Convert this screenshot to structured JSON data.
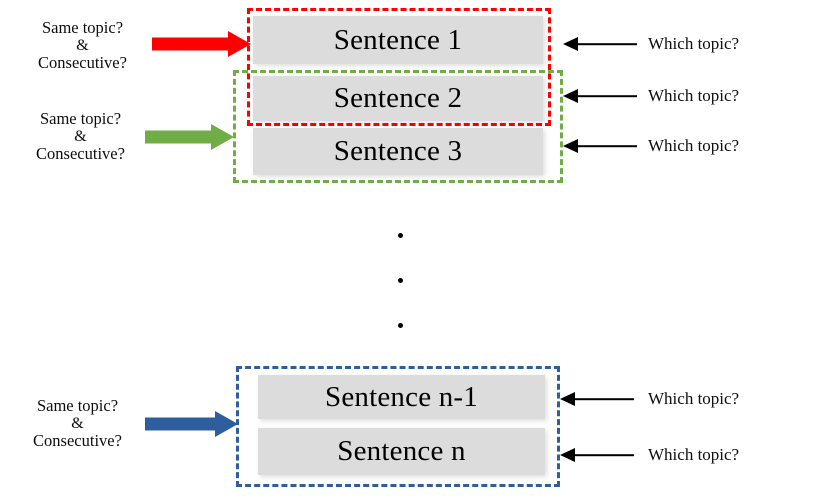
{
  "figure": {
    "title": "Sentence topic segmentation diagram",
    "background_color": "#ffffff",
    "ellipsis_dots": 3
  },
  "colors": {
    "red": "#FF0000",
    "green": "#70AD47",
    "blue": "#2E5E9E",
    "sentence_fill": "#DCDCDC",
    "text": "#0D0D0D",
    "arrow_black": "#000000"
  },
  "conditions": [
    {
      "id": "condition-red",
      "line1": "Same topic?",
      "line2": "&",
      "line3": "Consecutive?",
      "arrow_color": "#FF0000",
      "arrow_name": "red-block-arrow"
    },
    {
      "id": "condition-green",
      "line1": "Same topic?",
      "line2": "&",
      "line3": "Consecutive?",
      "arrow_color": "#70AD47",
      "arrow_name": "green-block-arrow"
    },
    {
      "id": "condition-blue",
      "line1": "Same topic?",
      "line2": "&",
      "line3": "Consecutive?",
      "arrow_color": "#2E5E9E",
      "arrow_name": "blue-block-arrow"
    }
  ],
  "sentences": [
    {
      "id": "sentence-1",
      "label": "Sentence 1"
    },
    {
      "id": "sentence-2",
      "label": "Sentence 2"
    },
    {
      "id": "sentence-3",
      "label": "Sentence 3"
    },
    {
      "id": "sentence-n-1",
      "label": "Sentence n-1"
    },
    {
      "id": "sentence-n",
      "label": "Sentence n"
    }
  ],
  "groups": [
    {
      "id": "group-red",
      "color": "#FF0000",
      "covers": [
        "Sentence 1",
        "Sentence 2"
      ]
    },
    {
      "id": "group-green",
      "color": "#70AD47",
      "covers": [
        "Sentence 2",
        "Sentence 3"
      ]
    },
    {
      "id": "group-blue",
      "color": "#2E5E9E",
      "covers": [
        "Sentence n-1",
        "Sentence n"
      ]
    }
  ],
  "questions": [
    {
      "id": "which-topic-1",
      "label": "Which topic?",
      "target": "Sentence 1"
    },
    {
      "id": "which-topic-2",
      "label": "Which topic?",
      "target": "Sentence 2"
    },
    {
      "id": "which-topic-3",
      "label": "Which topic?",
      "target": "Sentence 3"
    },
    {
      "id": "which-topic-n-1",
      "label": "Which topic?",
      "target": "Sentence n-1"
    },
    {
      "id": "which-topic-n",
      "label": "Which topic?",
      "target": "Sentence n"
    }
  ]
}
